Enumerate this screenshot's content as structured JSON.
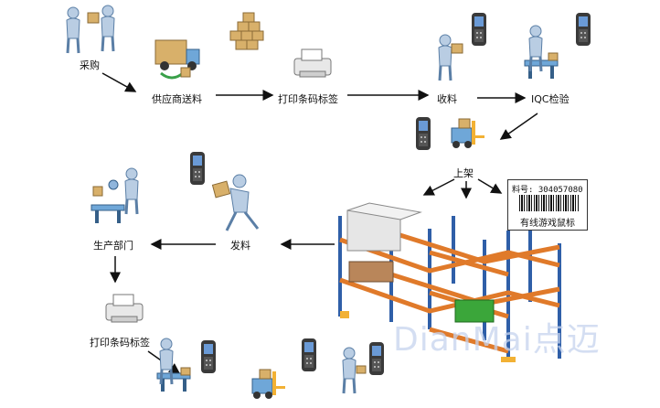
{
  "nodes": {
    "purchase": "采购",
    "supplier_delivery": "供应商送料",
    "print_label_1": "打印条码标签",
    "receiving": "收料",
    "iqc": "IQC检验",
    "shelving": "上架",
    "issuing": "发料",
    "production": "生产部门",
    "print_label_2": "打印条码标签"
  },
  "barcode_tag": {
    "code": "料号: 304057080",
    "name": "有线游戏鼠标"
  },
  "watermark": "DianMai点迈"
}
